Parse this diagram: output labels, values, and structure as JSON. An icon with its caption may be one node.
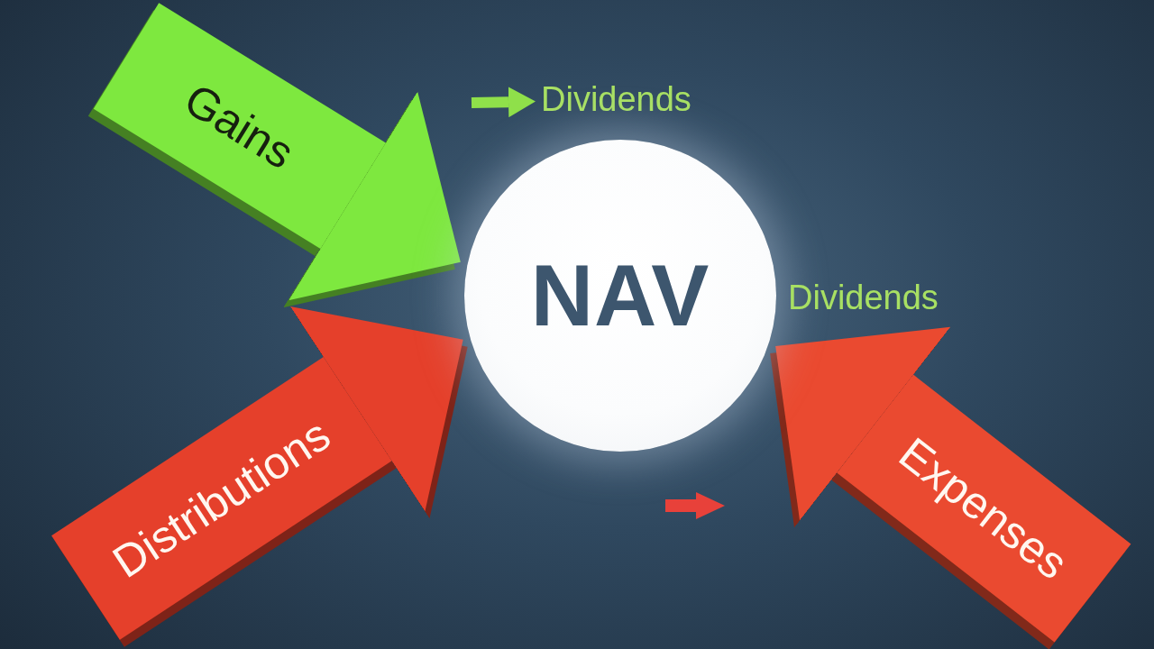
{
  "diagram": {
    "nodes": [
      {
        "text": [
          "Dividends"
        ]
      },
      {
        "text": [
          "NAV"
        ],
        "beside": [
          "Dividends"
        ]
      }
    ],
    "edges": [
      {
        "from": null,
        "to": 1,
        "arrow": "to",
        "label": "Gains",
        "color": "#7ee83f"
      },
      {
        "from": null,
        "to": 0,
        "arrow": "to",
        "color": "#8fe04a"
      },
      {
        "from": null,
        "to": 1,
        "arrow": "to",
        "label": "Distributions",
        "color": "#e5402b"
      },
      {
        "from": null,
        "to": 1,
        "arrow": "to",
        "label": "Expenses",
        "color": "#ea4a30"
      }
    ]
  }
}
